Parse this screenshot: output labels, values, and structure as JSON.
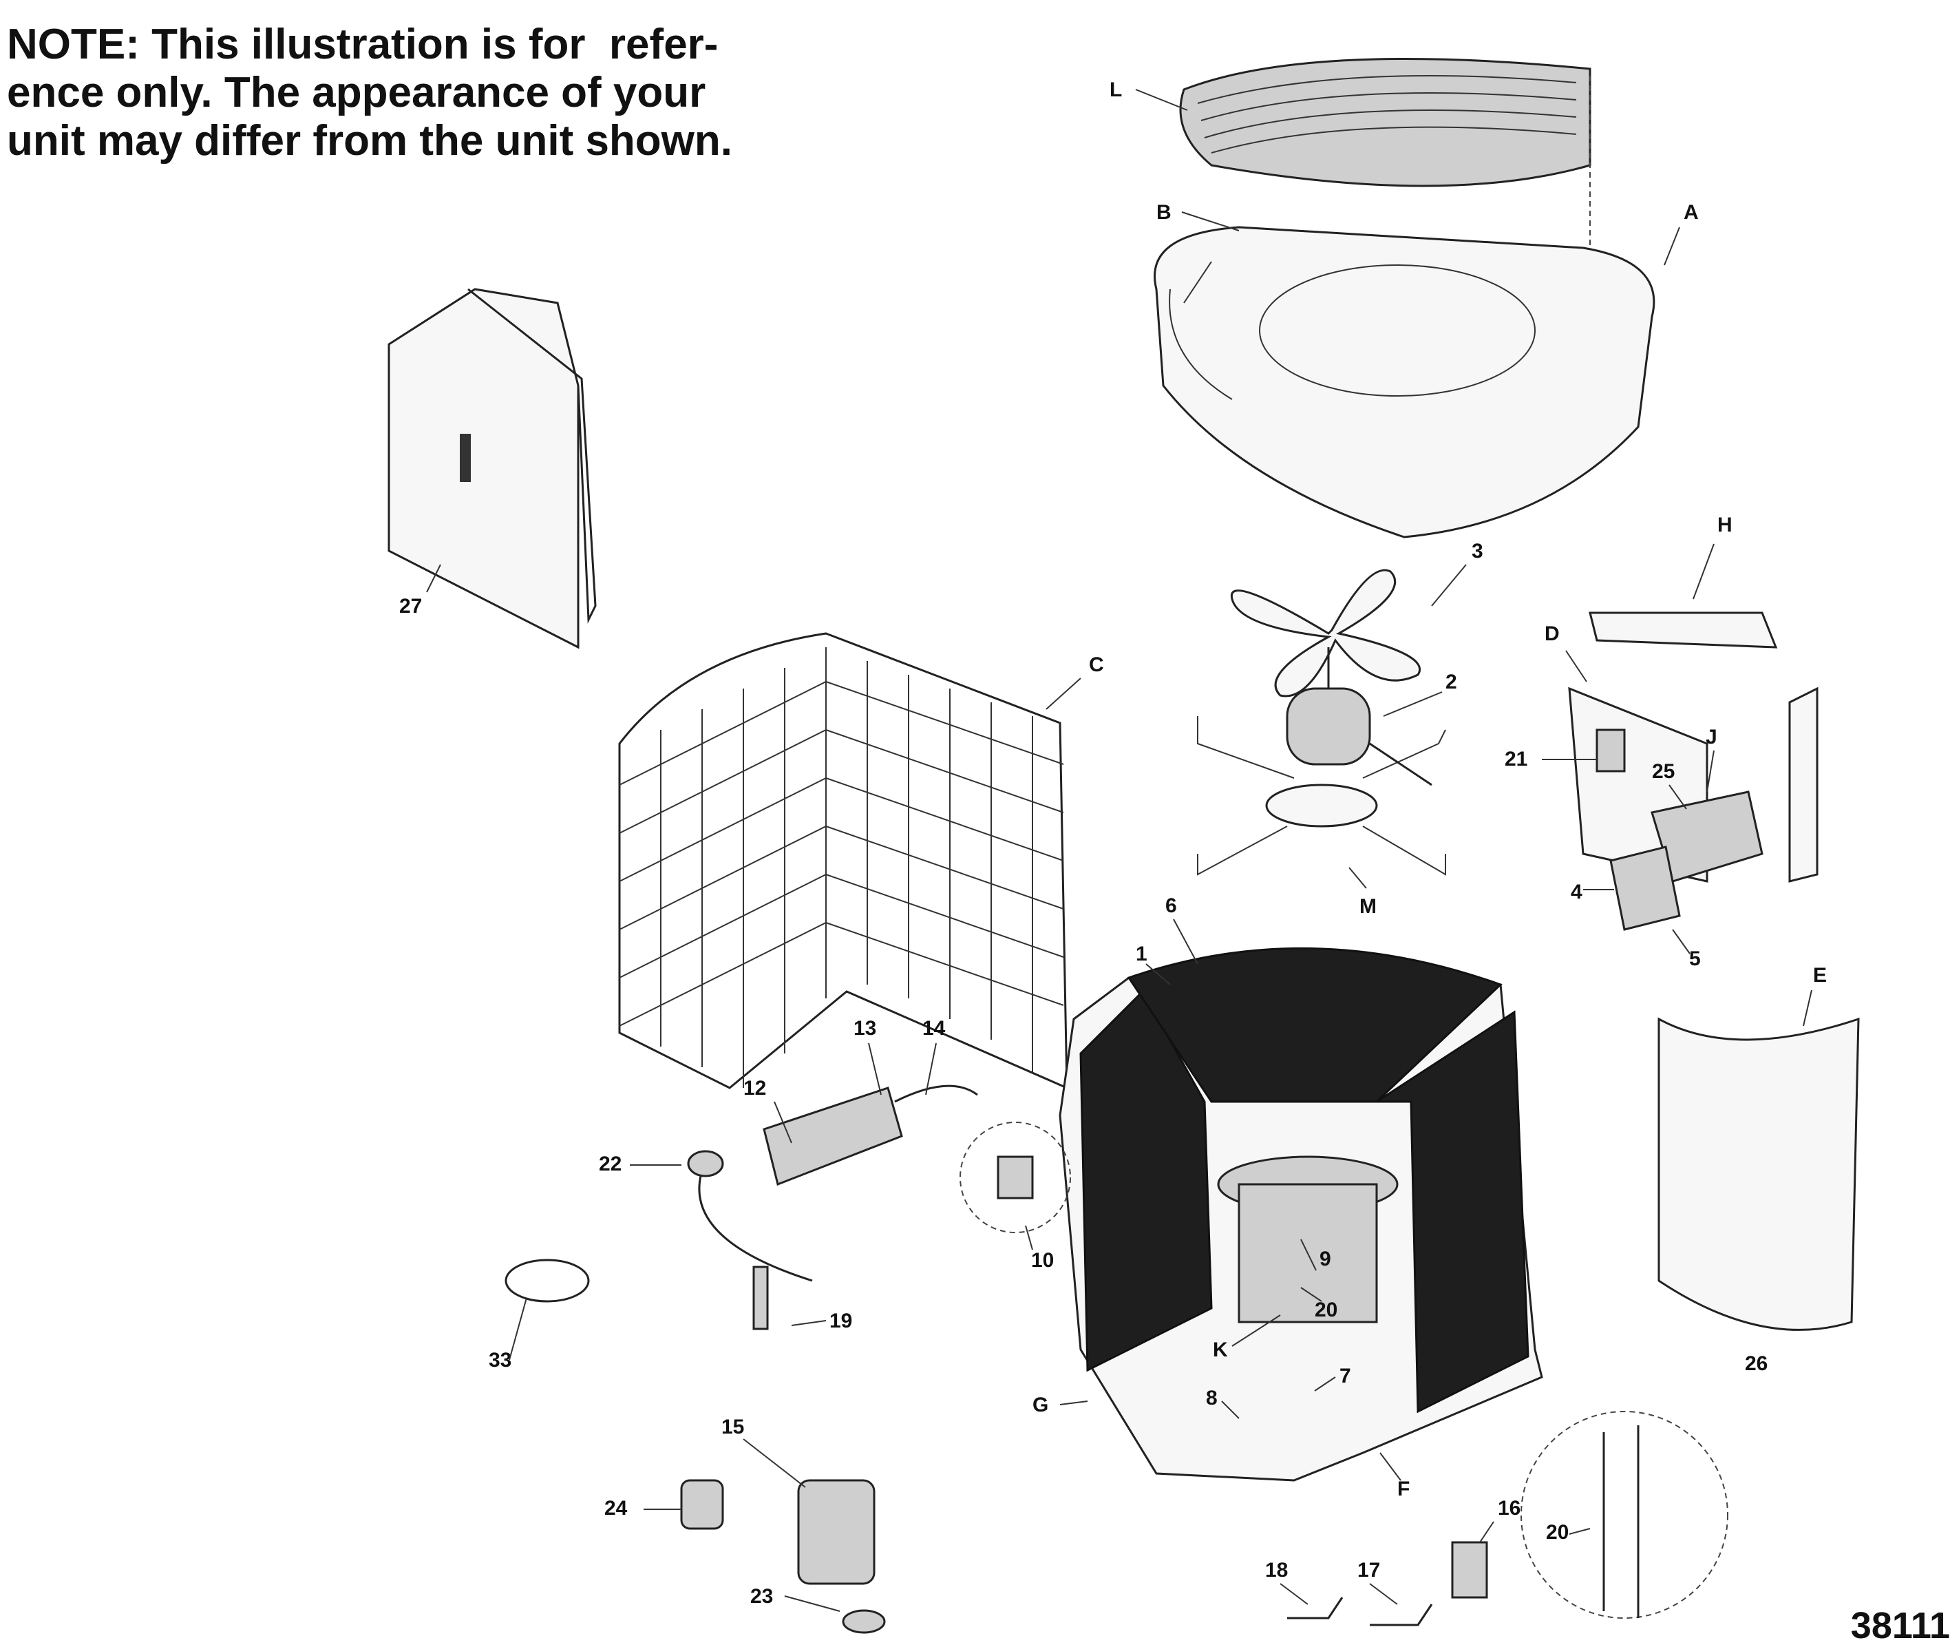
{
  "note": {
    "line1": "NOTE: This illustration is for  refer-",
    "line2": "ence only. The appearance of your",
    "line3": "unit may differ from the unit shown."
  },
  "drawing_number": "38111",
  "callouts": {
    "L": "L",
    "B": "B",
    "A": "A",
    "H": "H",
    "D": "D",
    "J": "J",
    "C": "C",
    "M": "M",
    "E": "E",
    "K": "K",
    "G": "G",
    "F": "F",
    "n1": "1",
    "n2": "2",
    "n3": "3",
    "n4": "4",
    "n5": "5",
    "n6": "6",
    "n7": "7",
    "n8": "8",
    "n9": "9",
    "n10": "10",
    "n12": "12",
    "n13": "13",
    "n14": "14",
    "n15": "15",
    "n16": "16",
    "n17": "17",
    "n18": "18",
    "n19": "19",
    "n20a": "20",
    "n20b": "20",
    "n21": "21",
    "n22": "22",
    "n23": "23",
    "n24": "24",
    "n25": "25",
    "n26": "26",
    "n27": "27",
    "n33": "33"
  }
}
